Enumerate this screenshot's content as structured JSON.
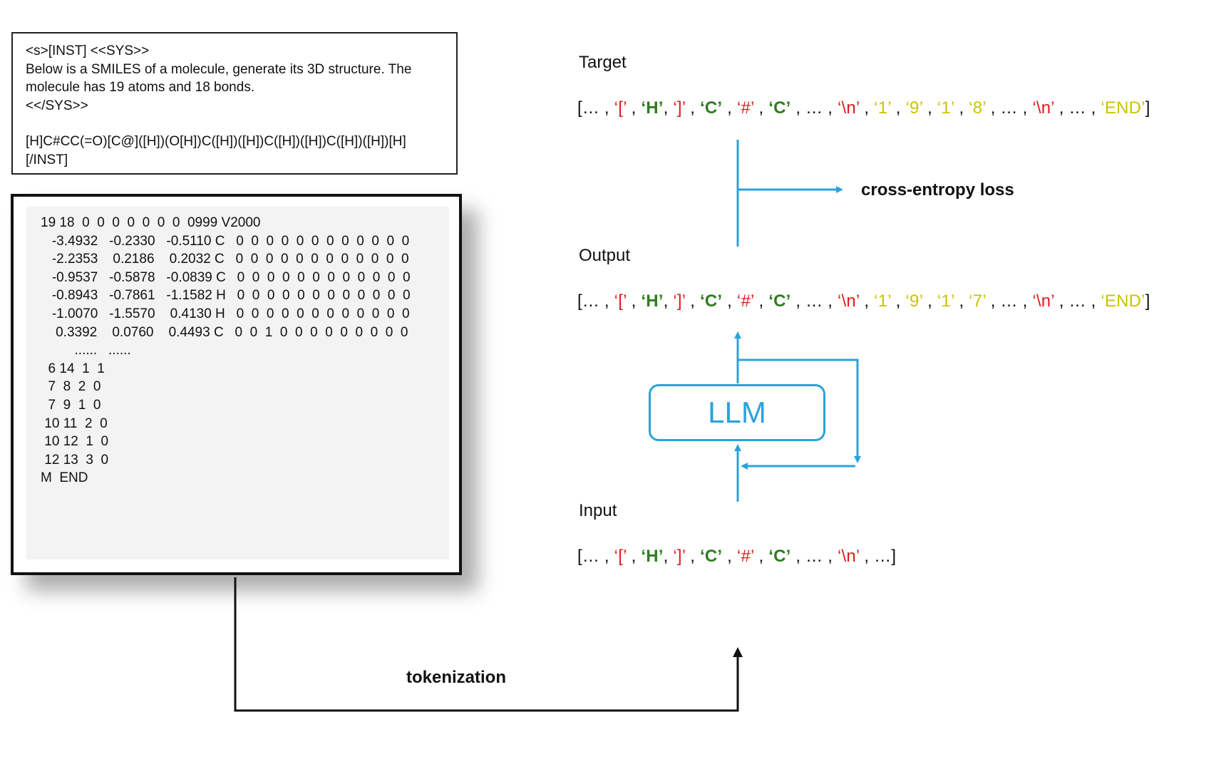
{
  "prompt": {
    "lines": [
      "<s>[INST] <<SYS>>",
      "Below is a SMILES of a molecule, generate its 3D structure. The",
      "molecule has 19 atoms and 18 bonds.",
      "<</SYS>>",
      "",
      "[H]C#CC(=O)[C@]([H])(O[H])C([H])([H])C([H])([H])C([H])([H])[H]",
      "[/INST]"
    ]
  },
  "molfile": {
    "lines": [
      "19 18  0  0  0  0  0  0  0  0999 V2000",
      "   -3.4932   -0.2330   -0.5110 C   0  0  0  0  0  0  0  0  0  0  0  0",
      "   -2.2353    0.2186    0.2032 C   0  0  0  0  0  0  0  0  0  0  0  0",
      "   -0.9537   -0.5878   -0.0839 C   0  0  0  0  0  0  0  0  0  0  0  0",
      "   -0.8943   -0.7861   -1.1582 H   0  0  0  0  0  0  0  0  0  0  0  0",
      "   -1.0070   -1.5570    0.4130 H   0  0  0  0  0  0  0  0  0  0  0  0",
      "    0.3392    0.0760    0.4493 C   0  0  1  0  0  0  0  0  0  0  0  0",
      "         ......   ......",
      "  6 14  1  1",
      "  7  8  2  0",
      "  7  9  1  0",
      " 10 11  2  0",
      " 10 12  1  0",
      " 12 13  3  0",
      "M  END"
    ]
  },
  "labels": {
    "target": "Target",
    "output": "Output",
    "input": "Input",
    "loss": "cross-entropy loss",
    "tokenization": "tokenization",
    "llm": "LLM"
  },
  "colors": {
    "red": "#e01b1b",
    "green": "#2e7d1e",
    "yellow": "#c9c400",
    "arrow_blue": "#29a3dc"
  },
  "token_rows": {
    "target": [
      {
        "t": "[… , ",
        "c": "plain"
      },
      {
        "t": "‘[’",
        "c": "red"
      },
      {
        "t": " , ",
        "c": "plain"
      },
      {
        "t": "‘H’",
        "c": "green"
      },
      {
        "t": ", ",
        "c": "plain"
      },
      {
        "t": "‘]’",
        "c": "red"
      },
      {
        "t": " , ",
        "c": "plain"
      },
      {
        "t": "‘C’",
        "c": "green"
      },
      {
        "t": " , ",
        "c": "plain"
      },
      {
        "t": "‘#’",
        "c": "red"
      },
      {
        "t": " , ",
        "c": "plain"
      },
      {
        "t": "‘C’",
        "c": "green"
      },
      {
        "t": " , … , ",
        "c": "plain"
      },
      {
        "t": "‘\\n’",
        "c": "red"
      },
      {
        "t": " , ",
        "c": "plain"
      },
      {
        "t": "‘1’",
        "c": "yellow"
      },
      {
        "t": " , ",
        "c": "plain"
      },
      {
        "t": "‘9’",
        "c": "yellow"
      },
      {
        "t": " , ",
        "c": "plain"
      },
      {
        "t": "‘1’",
        "c": "yellow"
      },
      {
        "t": " , ",
        "c": "plain"
      },
      {
        "t": "‘8’",
        "c": "yellow"
      },
      {
        "t": " , … , ",
        "c": "plain"
      },
      {
        "t": "‘\\n’",
        "c": "red"
      },
      {
        "t": " , … , ",
        "c": "plain"
      },
      {
        "t": "‘END’",
        "c": "yellow"
      },
      {
        "t": "]",
        "c": "plain"
      }
    ],
    "output": [
      {
        "t": "[… , ",
        "c": "plain"
      },
      {
        "t": "‘[’",
        "c": "red"
      },
      {
        "t": " , ",
        "c": "plain"
      },
      {
        "t": "‘H’",
        "c": "green"
      },
      {
        "t": ", ",
        "c": "plain"
      },
      {
        "t": "‘]’",
        "c": "red"
      },
      {
        "t": " , ",
        "c": "plain"
      },
      {
        "t": "‘C’",
        "c": "green"
      },
      {
        "t": " , ",
        "c": "plain"
      },
      {
        "t": "‘#’",
        "c": "red"
      },
      {
        "t": " , ",
        "c": "plain"
      },
      {
        "t": "‘C’",
        "c": "green"
      },
      {
        "t": " , … , ",
        "c": "plain"
      },
      {
        "t": "‘\\n’",
        "c": "red"
      },
      {
        "t": " , ",
        "c": "plain"
      },
      {
        "t": "‘1’",
        "c": "yellow"
      },
      {
        "t": " , ",
        "c": "plain"
      },
      {
        "t": "‘9’",
        "c": "yellow"
      },
      {
        "t": " , ",
        "c": "plain"
      },
      {
        "t": "‘1’",
        "c": "yellow"
      },
      {
        "t": " , ",
        "c": "plain"
      },
      {
        "t": "‘7’",
        "c": "yellow"
      },
      {
        "t": " , … , ",
        "c": "plain"
      },
      {
        "t": "‘\\n’",
        "c": "red"
      },
      {
        "t": " , … , ",
        "c": "plain"
      },
      {
        "t": "‘END’",
        "c": "yellow"
      },
      {
        "t": "]",
        "c": "plain"
      }
    ],
    "input": [
      {
        "t": "[… , ",
        "c": "plain"
      },
      {
        "t": "‘[’",
        "c": "red"
      },
      {
        "t": " , ",
        "c": "plain"
      },
      {
        "t": "‘H’",
        "c": "green"
      },
      {
        "t": ", ",
        "c": "plain"
      },
      {
        "t": "‘]’",
        "c": "red"
      },
      {
        "t": " , ",
        "c": "plain"
      },
      {
        "t": "‘C’",
        "c": "green"
      },
      {
        "t": " , ",
        "c": "plain"
      },
      {
        "t": "‘#’",
        "c": "red"
      },
      {
        "t": " , ",
        "c": "plain"
      },
      {
        "t": "‘C’",
        "c": "green"
      },
      {
        "t": " , … , ",
        "c": "plain"
      },
      {
        "t": "‘\\n’",
        "c": "red"
      },
      {
        "t": " , …]",
        "c": "plain"
      }
    ]
  }
}
